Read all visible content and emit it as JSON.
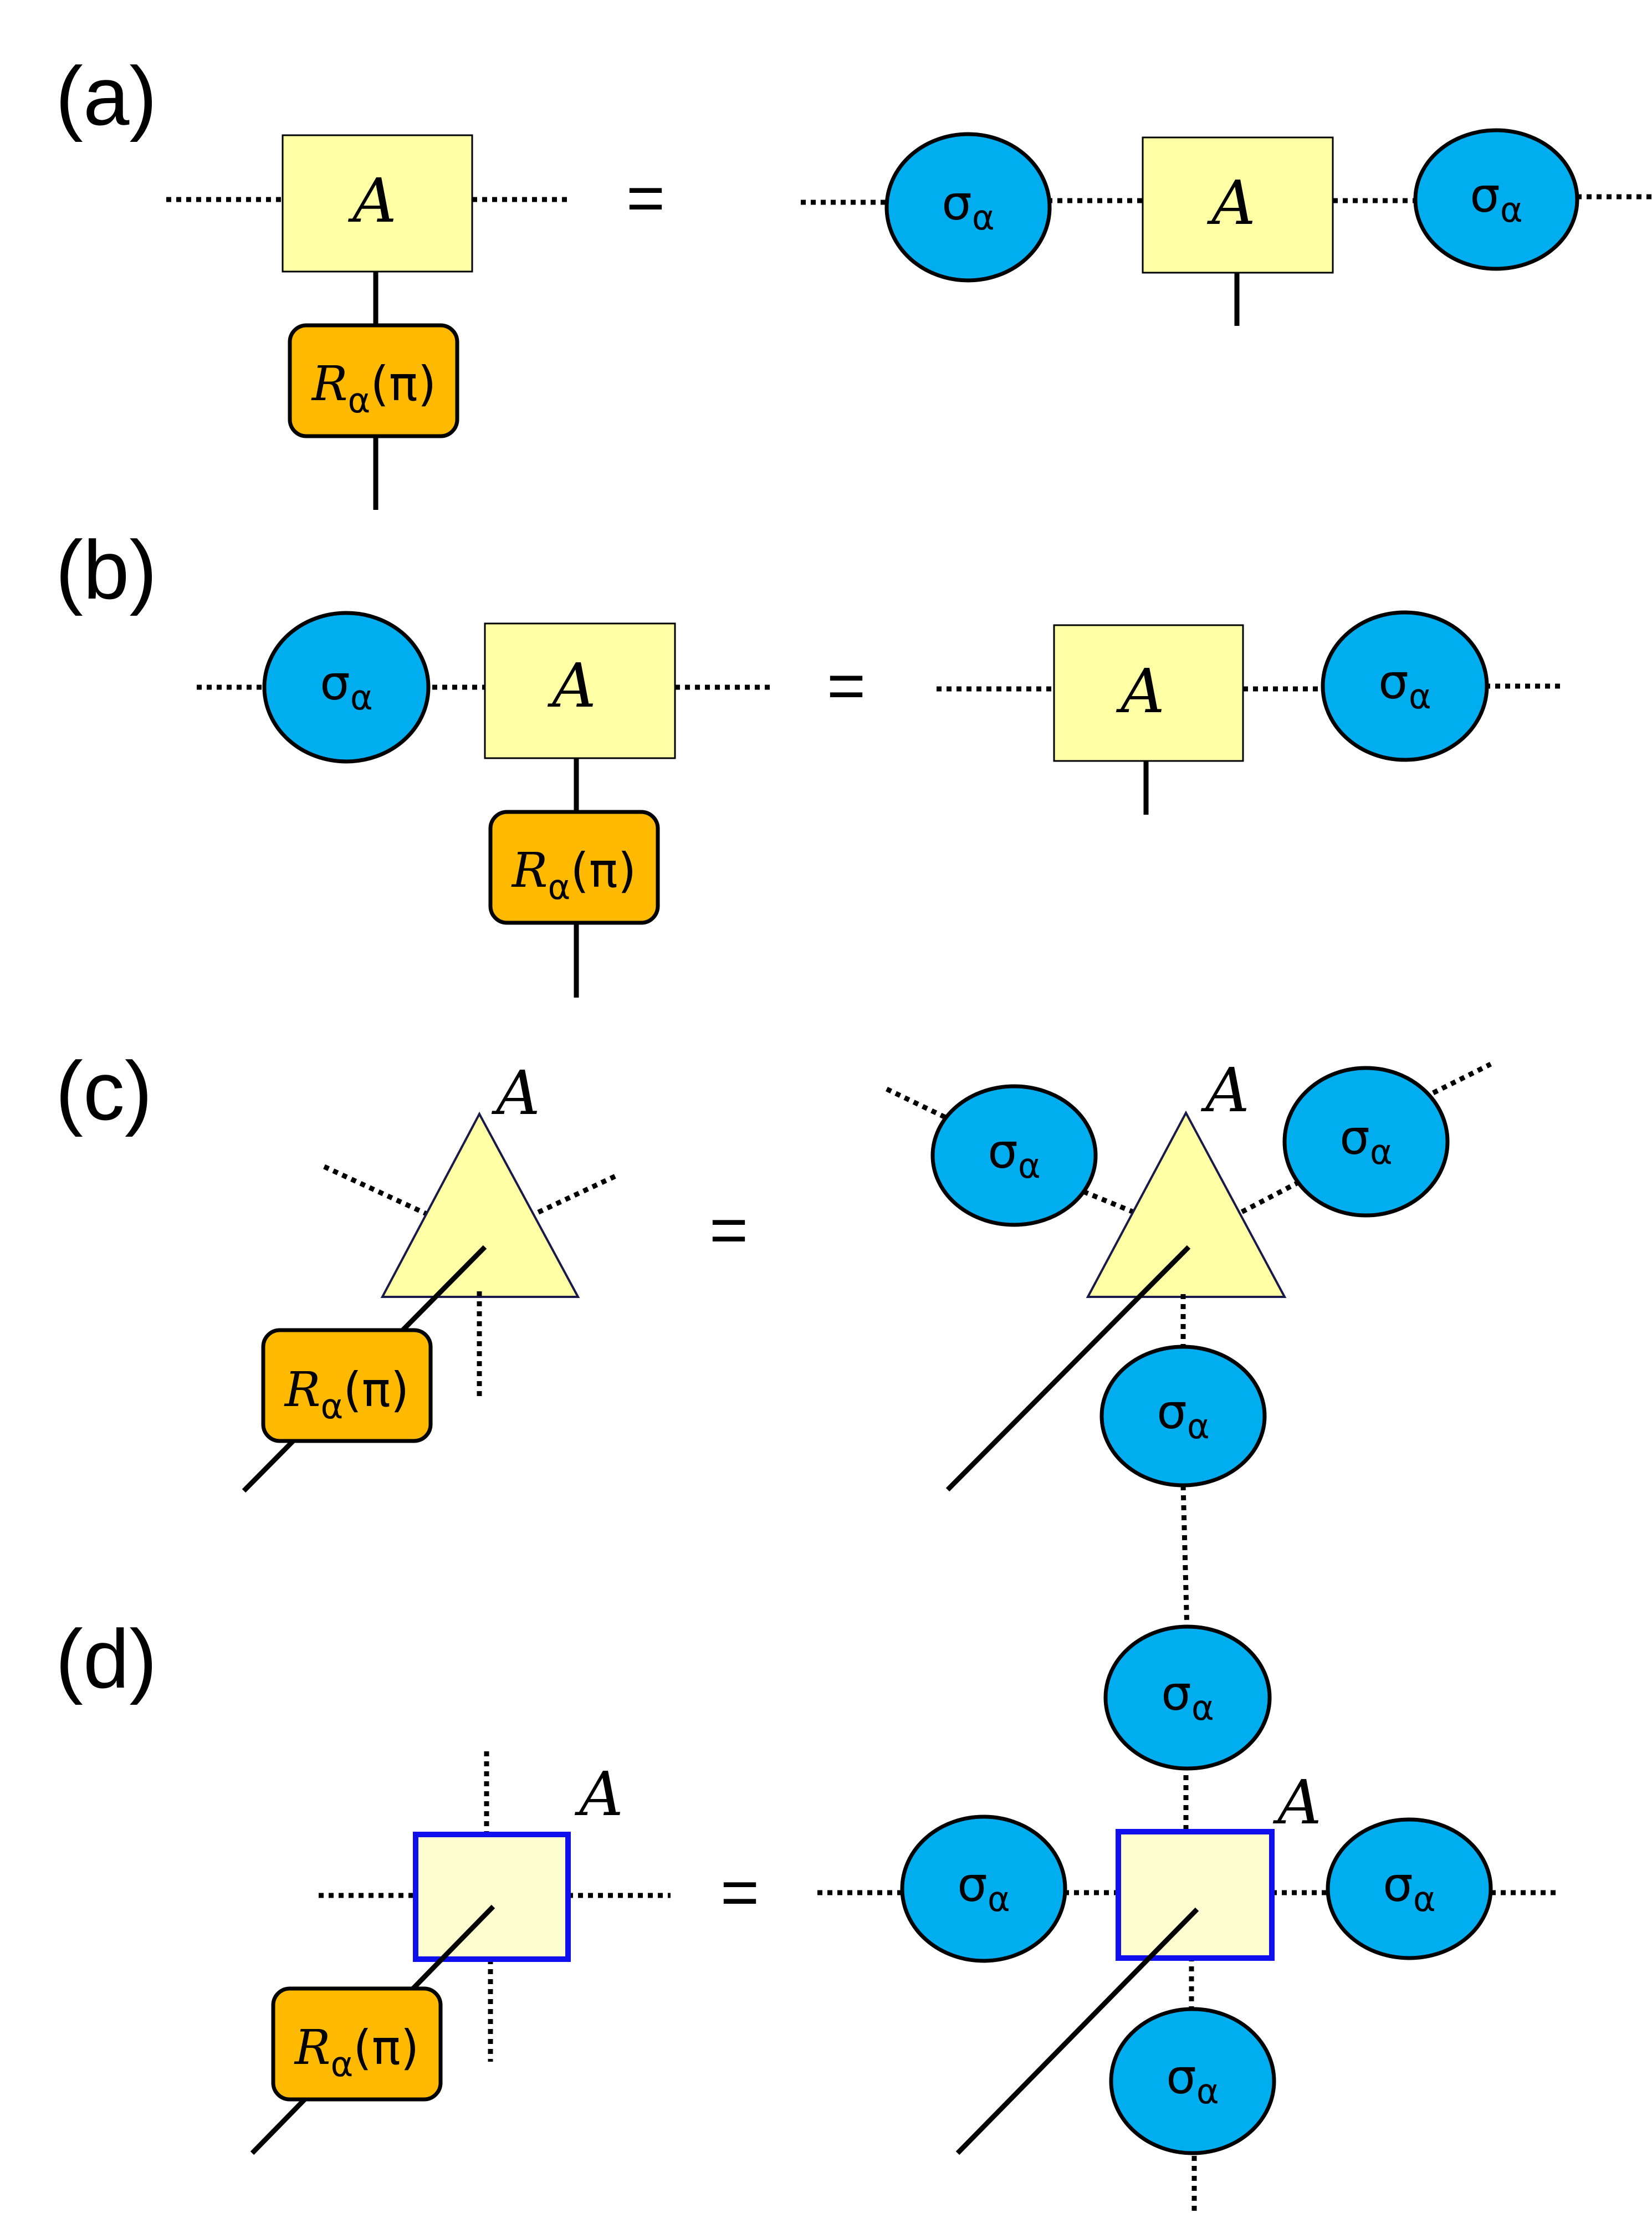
{
  "panels": [
    {
      "id": "a",
      "label": "(a)"
    },
    {
      "id": "b",
      "label": "(b)"
    },
    {
      "id": "c",
      "label": "(c)"
    },
    {
      "id": "d",
      "label": "(d)"
    }
  ],
  "symbols": {
    "equals": "=",
    "tensor": "A",
    "pauli_base": "σ",
    "pauli_sub": "α",
    "rotation_R": "R",
    "rotation_sub": "α",
    "rotation_arg": "(π)"
  },
  "colors": {
    "tensor_fill": "#ffffa6",
    "pauli_fill": "#00aeef",
    "rotation_fill": "#ffba00",
    "square_outline": "#1010ee"
  }
}
